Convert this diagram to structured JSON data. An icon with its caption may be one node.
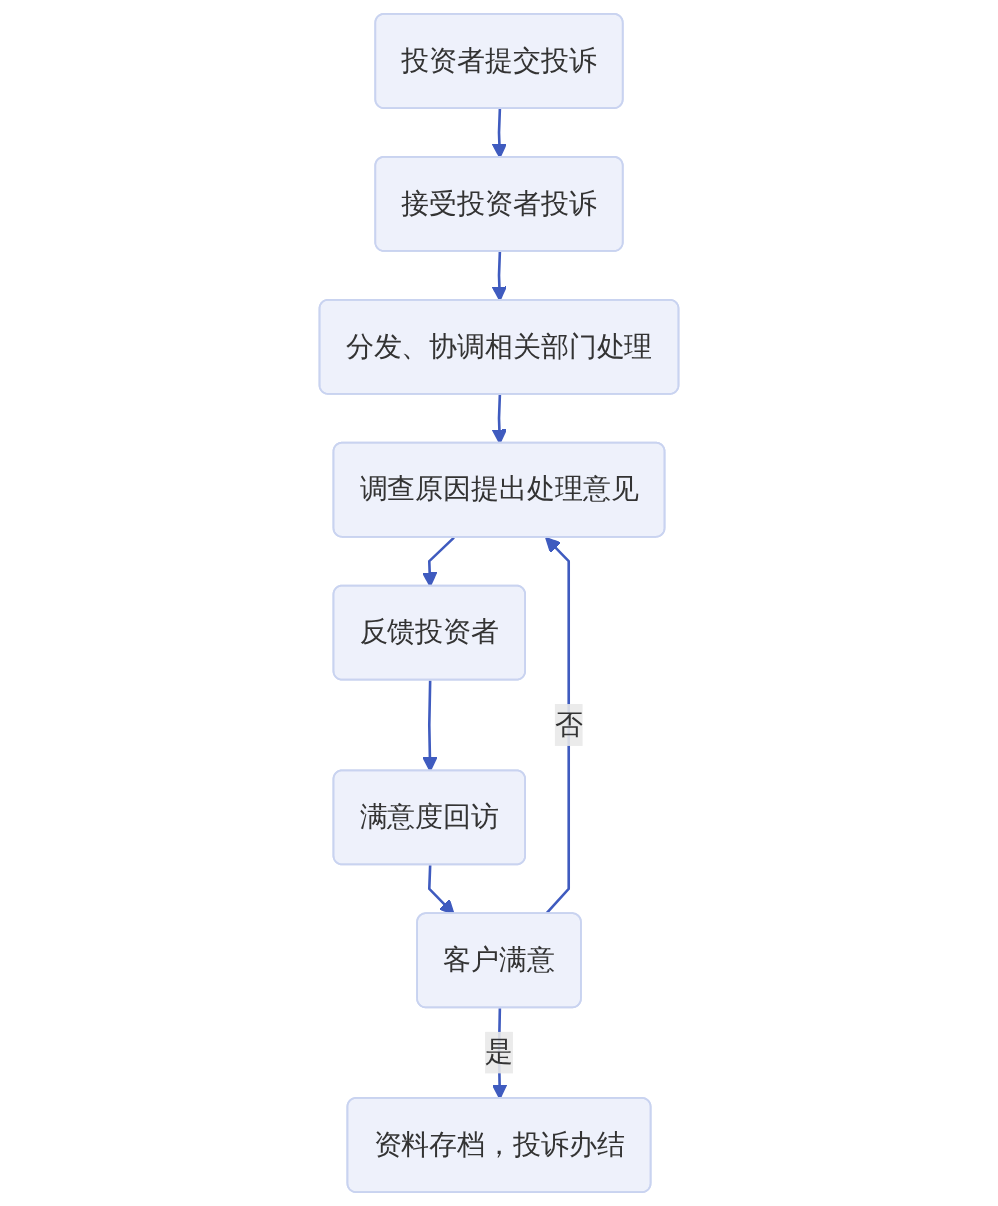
{
  "diagram": {
    "nodes": [
      {
        "text": [
          "投资者提交投诉"
        ]
      },
      {
        "text": [
          "接受投资者投诉"
        ]
      },
      {
        "text": [
          "分发、协调相关部门处理"
        ]
      },
      {
        "text": [
          "调查原因提出处理意见"
        ]
      },
      {
        "text": [
          "反馈投资者"
        ]
      },
      {
        "text": [
          "满意度回访"
        ]
      },
      {
        "text": [
          "客户满意"
        ]
      },
      {
        "text": [
          "资料存档，投诉办结"
        ]
      }
    ],
    "edges": [
      {
        "from": 0,
        "to": 1,
        "arrow": "to"
      },
      {
        "from": 1,
        "to": 2,
        "arrow": "to"
      },
      {
        "from": 2,
        "to": 3,
        "arrow": "to"
      },
      {
        "from": 3,
        "to": 4,
        "arrow": "to"
      },
      {
        "from": 4,
        "to": 5,
        "arrow": "to"
      },
      {
        "from": 5,
        "to": 6,
        "arrow": "to"
      },
      {
        "from": 6,
        "to": 7,
        "label": "是",
        "arrow": "to"
      },
      {
        "from": 6,
        "to": 3,
        "label": "否",
        "arrow": "to"
      }
    ]
  }
}
